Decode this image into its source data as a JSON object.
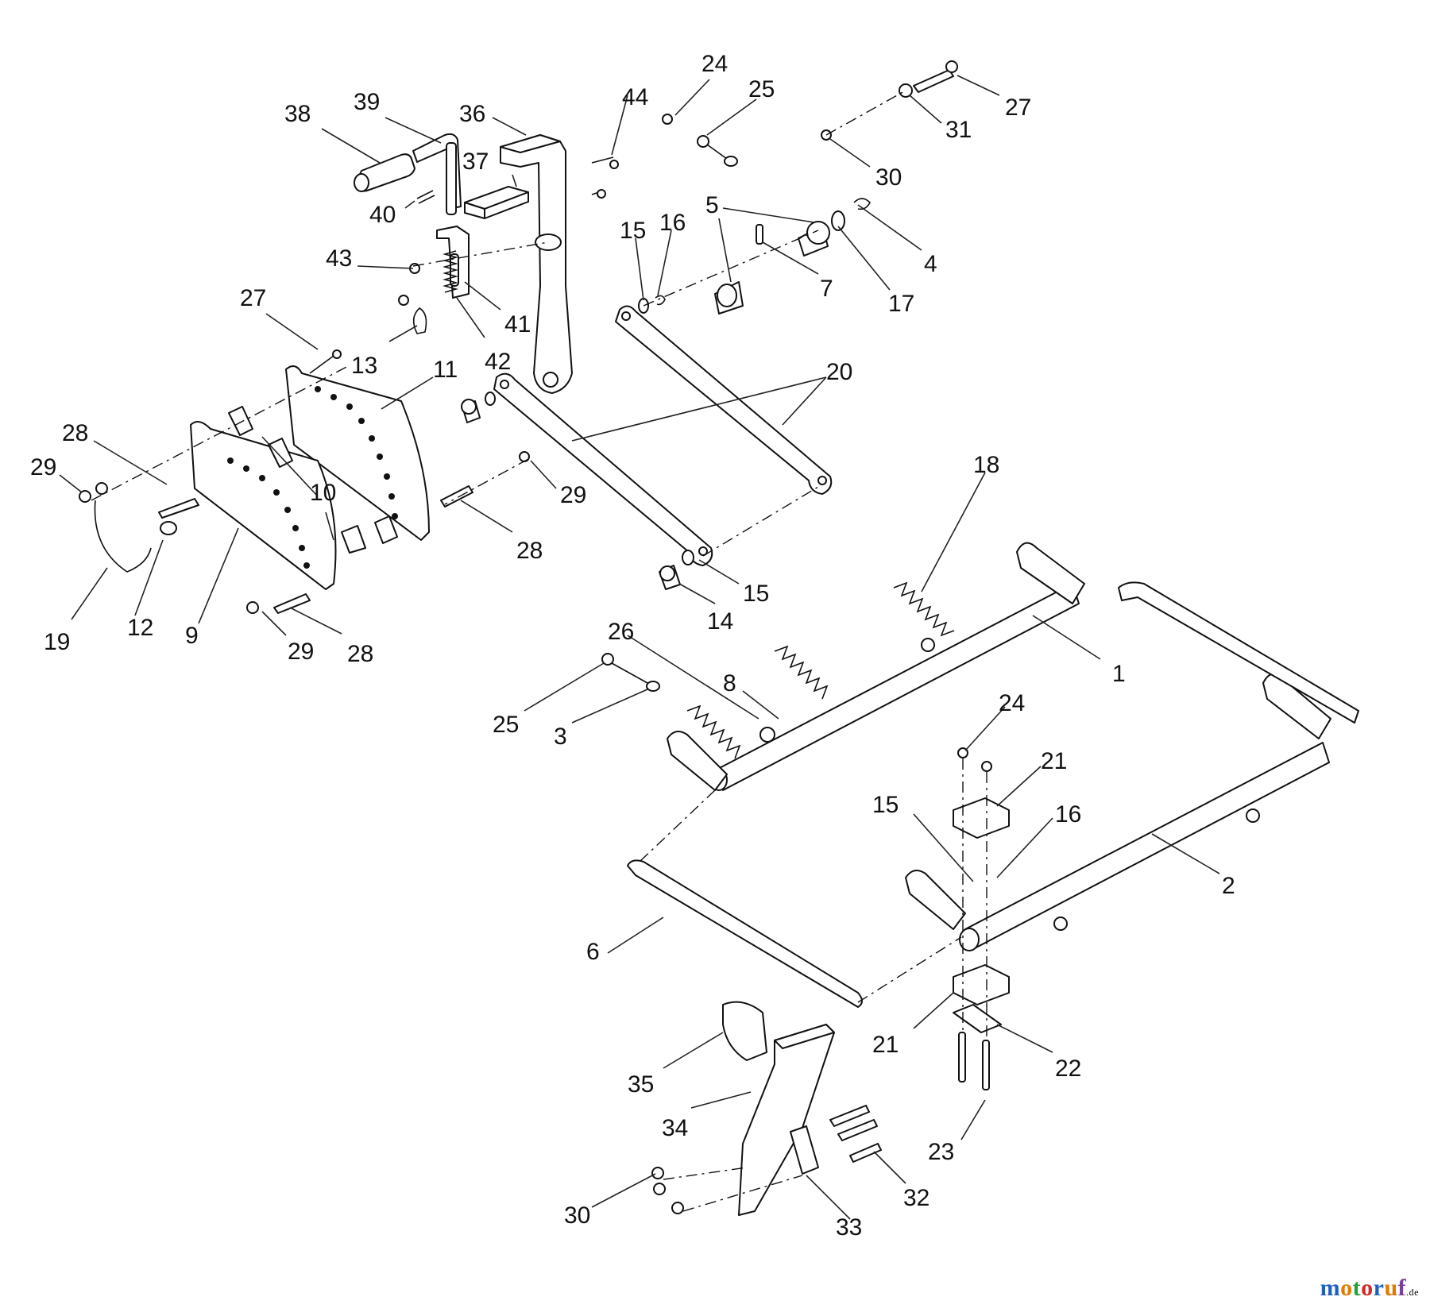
{
  "diagram": {
    "callouts": [
      {
        "id": "c38",
        "label": "38"
      },
      {
        "id": "c39",
        "label": "39"
      },
      {
        "id": "c36",
        "label": "36"
      },
      {
        "id": "c44",
        "label": "44"
      },
      {
        "id": "c24a",
        "label": "24"
      },
      {
        "id": "c25a",
        "label": "25"
      },
      {
        "id": "c27a",
        "label": "27"
      },
      {
        "id": "c31",
        "label": "31"
      },
      {
        "id": "c30a",
        "label": "30"
      },
      {
        "id": "c37",
        "label": "37"
      },
      {
        "id": "c40",
        "label": "40"
      },
      {
        "id": "c15a",
        "label": "15"
      },
      {
        "id": "c16a",
        "label": "16"
      },
      {
        "id": "c5",
        "label": "5"
      },
      {
        "id": "c4",
        "label": "4"
      },
      {
        "id": "c7",
        "label": "7"
      },
      {
        "id": "c17",
        "label": "17"
      },
      {
        "id": "c43",
        "label": "43"
      },
      {
        "id": "c41",
        "label": "41"
      },
      {
        "id": "c27b",
        "label": "27"
      },
      {
        "id": "c13",
        "label": "13"
      },
      {
        "id": "c42",
        "label": "42"
      },
      {
        "id": "c11",
        "label": "11"
      },
      {
        "id": "c20",
        "label": "20"
      },
      {
        "id": "c28a",
        "label": "28"
      },
      {
        "id": "c29a",
        "label": "29"
      },
      {
        "id": "c10",
        "label": "10"
      },
      {
        "id": "c29b",
        "label": "29"
      },
      {
        "id": "c28b",
        "label": "28"
      },
      {
        "id": "c18",
        "label": "18"
      },
      {
        "id": "c15b",
        "label": "15"
      },
      {
        "id": "c14",
        "label": "14"
      },
      {
        "id": "c19",
        "label": "19"
      },
      {
        "id": "c12",
        "label": "12"
      },
      {
        "id": "c9",
        "label": "9"
      },
      {
        "id": "c29c",
        "label": "29"
      },
      {
        "id": "c28c",
        "label": "28"
      },
      {
        "id": "c26",
        "label": "26"
      },
      {
        "id": "c1",
        "label": "1"
      },
      {
        "id": "c8",
        "label": "8"
      },
      {
        "id": "c24b",
        "label": "24"
      },
      {
        "id": "c25b",
        "label": "25"
      },
      {
        "id": "c3",
        "label": "3"
      },
      {
        "id": "c21a",
        "label": "21"
      },
      {
        "id": "c15c",
        "label": "15"
      },
      {
        "id": "c16b",
        "label": "16"
      },
      {
        "id": "c2",
        "label": "2"
      },
      {
        "id": "c6",
        "label": "6"
      },
      {
        "id": "c21b",
        "label": "21"
      },
      {
        "id": "c22",
        "label": "22"
      },
      {
        "id": "c35",
        "label": "35"
      },
      {
        "id": "c34",
        "label": "34"
      },
      {
        "id": "c23",
        "label": "23"
      },
      {
        "id": "c32",
        "label": "32"
      },
      {
        "id": "c30b",
        "label": "30"
      },
      {
        "id": "c33",
        "label": "33"
      }
    ]
  },
  "watermark": {
    "brand_letters": [
      "m",
      "o",
      "t",
      "o",
      "r",
      "u",
      "f"
    ],
    "letter_colors": [
      "#1f5fbf",
      "#e07b00",
      "#2a9d3a",
      "#d62828",
      "#1f5fbf",
      "#e07b00",
      "#7b3fa0"
    ],
    "suffix": ".de"
  }
}
